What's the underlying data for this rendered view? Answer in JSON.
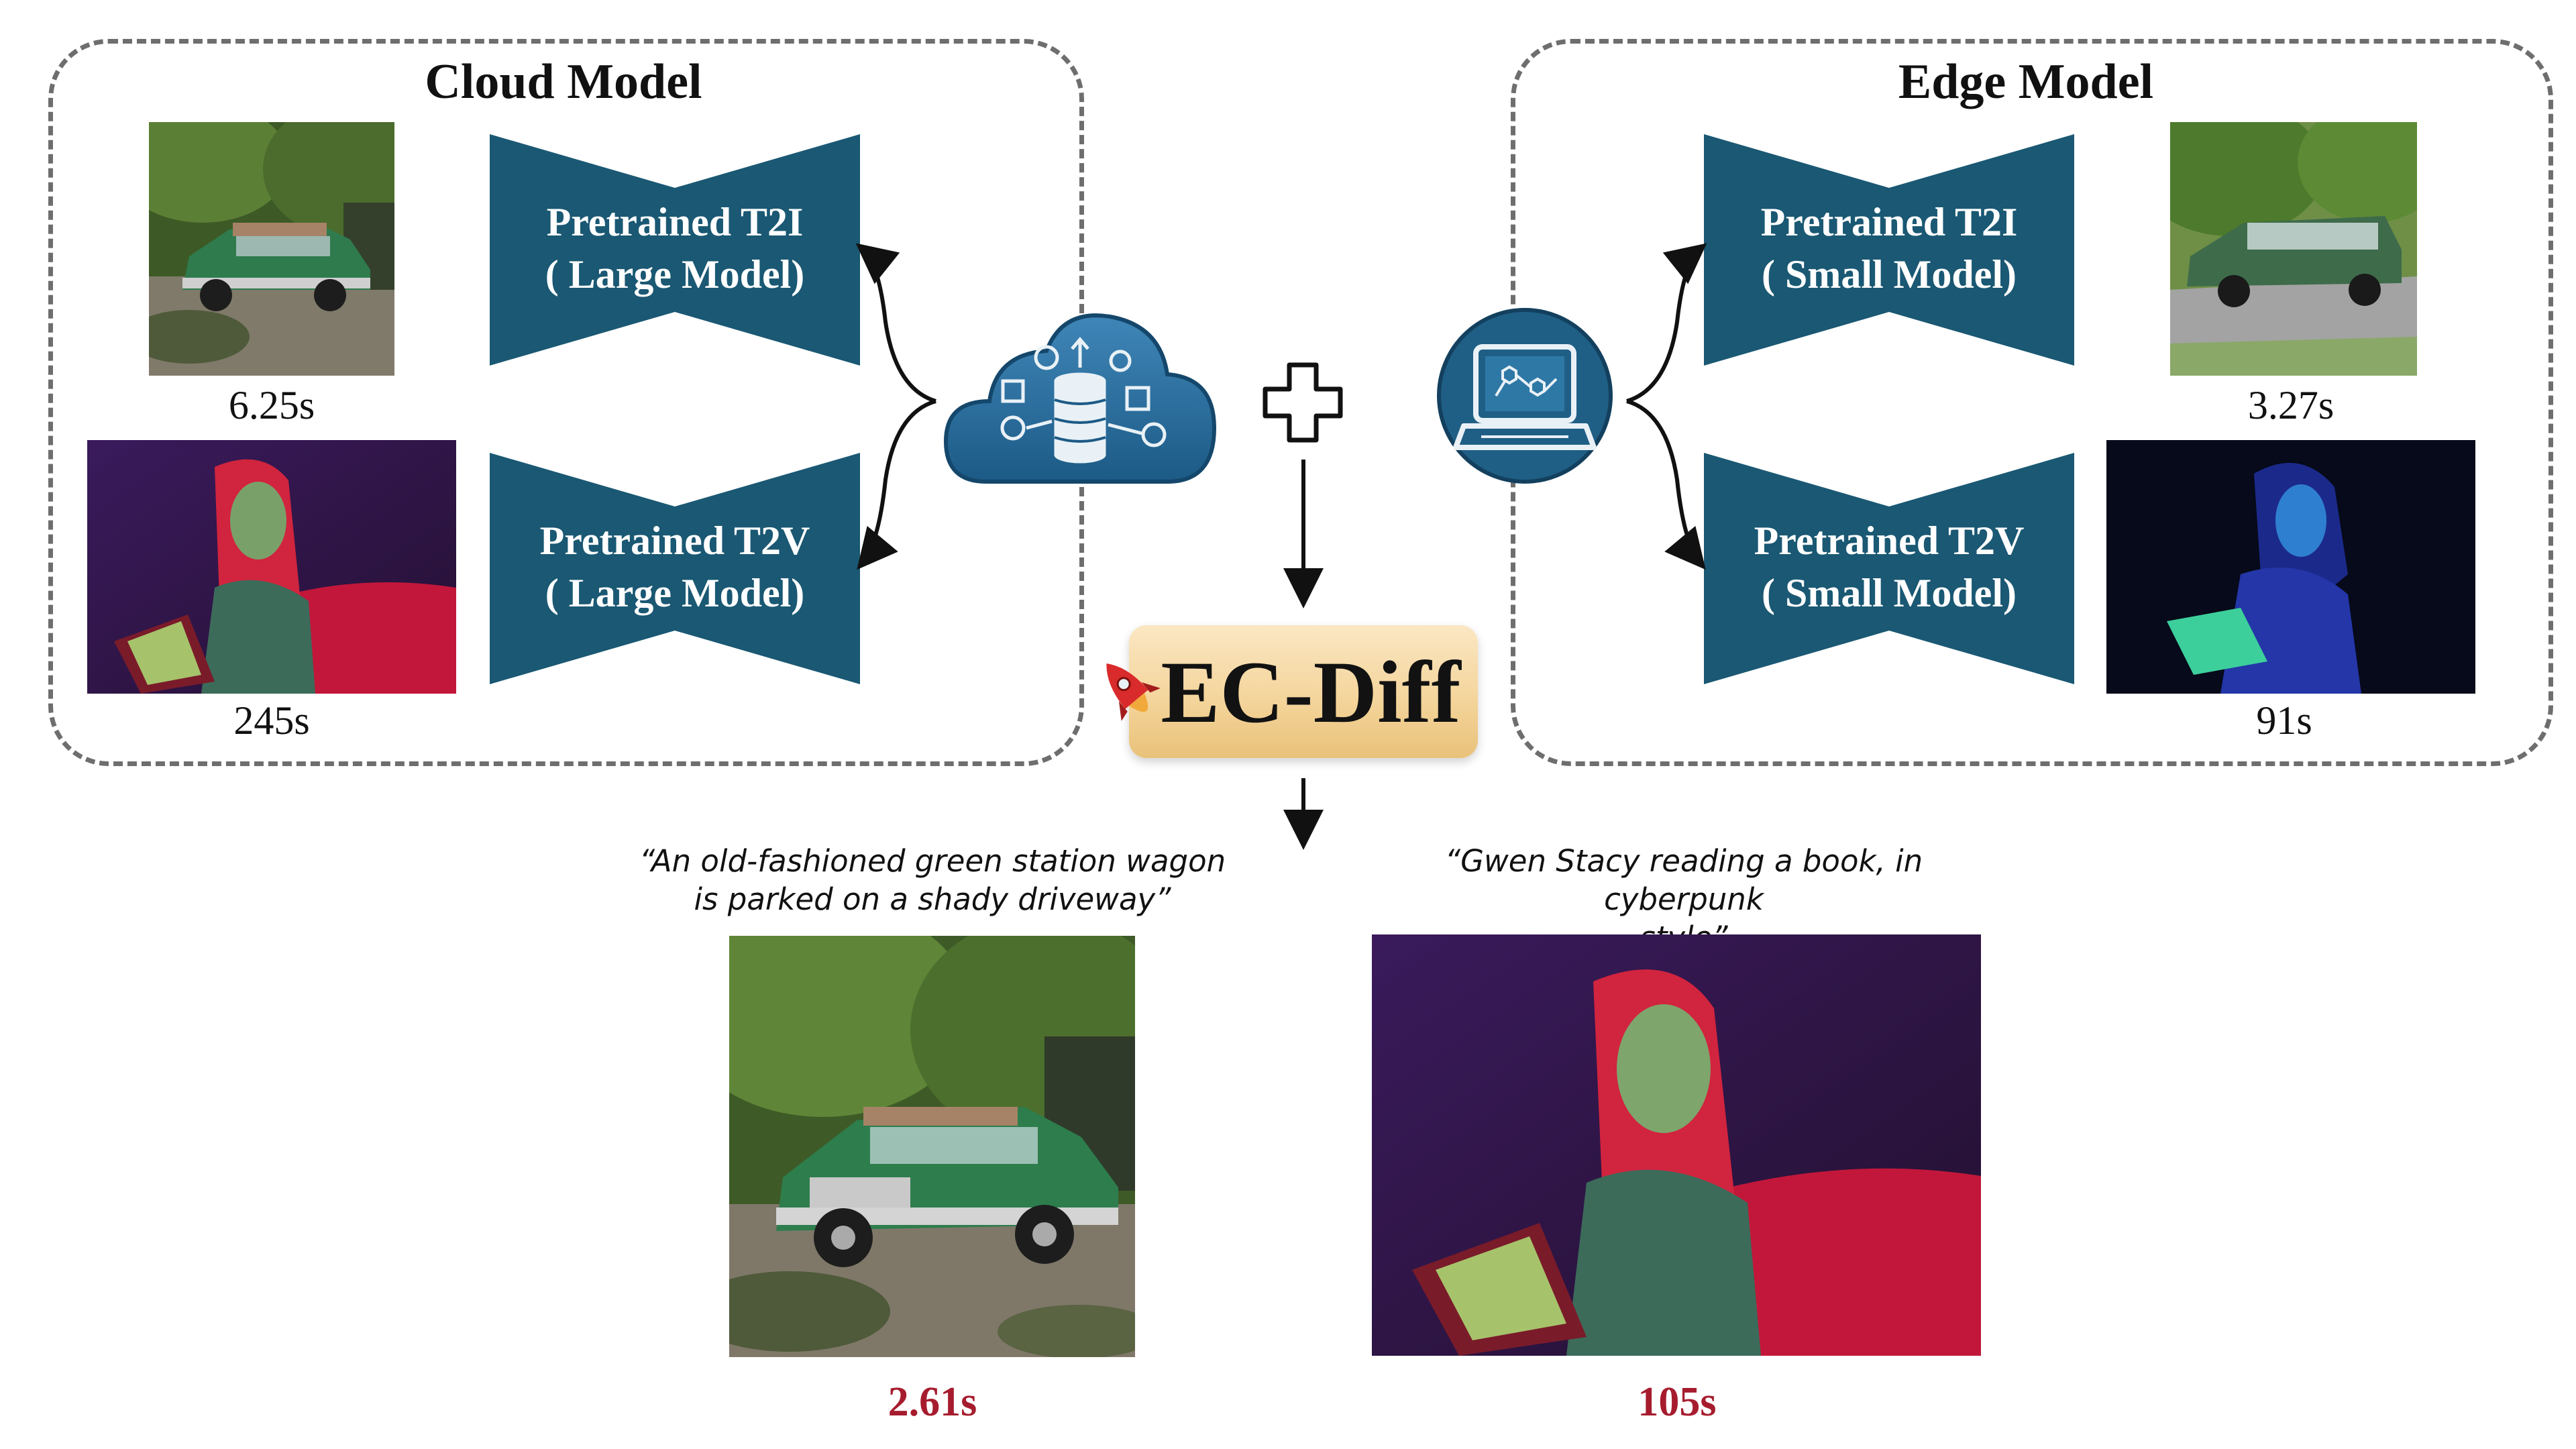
{
  "cloud": {
    "title": "Cloud Model",
    "t2i_line1": "Pretrained T2I",
    "t2i_line2": "( Large Model)",
    "t2v_line1": "Pretrained T2V",
    "t2v_line2": "( Large Model)",
    "t2i_time": "6.25s",
    "t2v_time": "245s"
  },
  "edge": {
    "title": "Edge Model",
    "t2i_line1": "Pretrained T2I",
    "t2i_line2": "( Small Model)",
    "t2v_line1": "Pretrained T2V",
    "t2v_line2": "( Small Model)",
    "t2i_time": "3.27s",
    "t2v_time": "91s"
  },
  "center": {
    "method_name": "EC-Diff"
  },
  "results": {
    "car_caption_line1": "“An old-fashioned green station wagon",
    "car_caption_line2": "is parked on a shady driveway”",
    "car_time": "2.61s",
    "gwen_caption_line1": "“Gwen Stacy reading a book, in cyberpunk",
    "gwen_caption_line2": "style”",
    "gwen_time": "105s"
  },
  "colors": {
    "model_fill": "#1a5873",
    "dashed_border": "#6e6e6e",
    "result_time": "#a61c2e",
    "ecdiff_bg": "#f4d59c"
  },
  "icons": [
    "cloud-database-icon",
    "laptop-network-icon",
    "plus-icon",
    "rocket-icon"
  ]
}
